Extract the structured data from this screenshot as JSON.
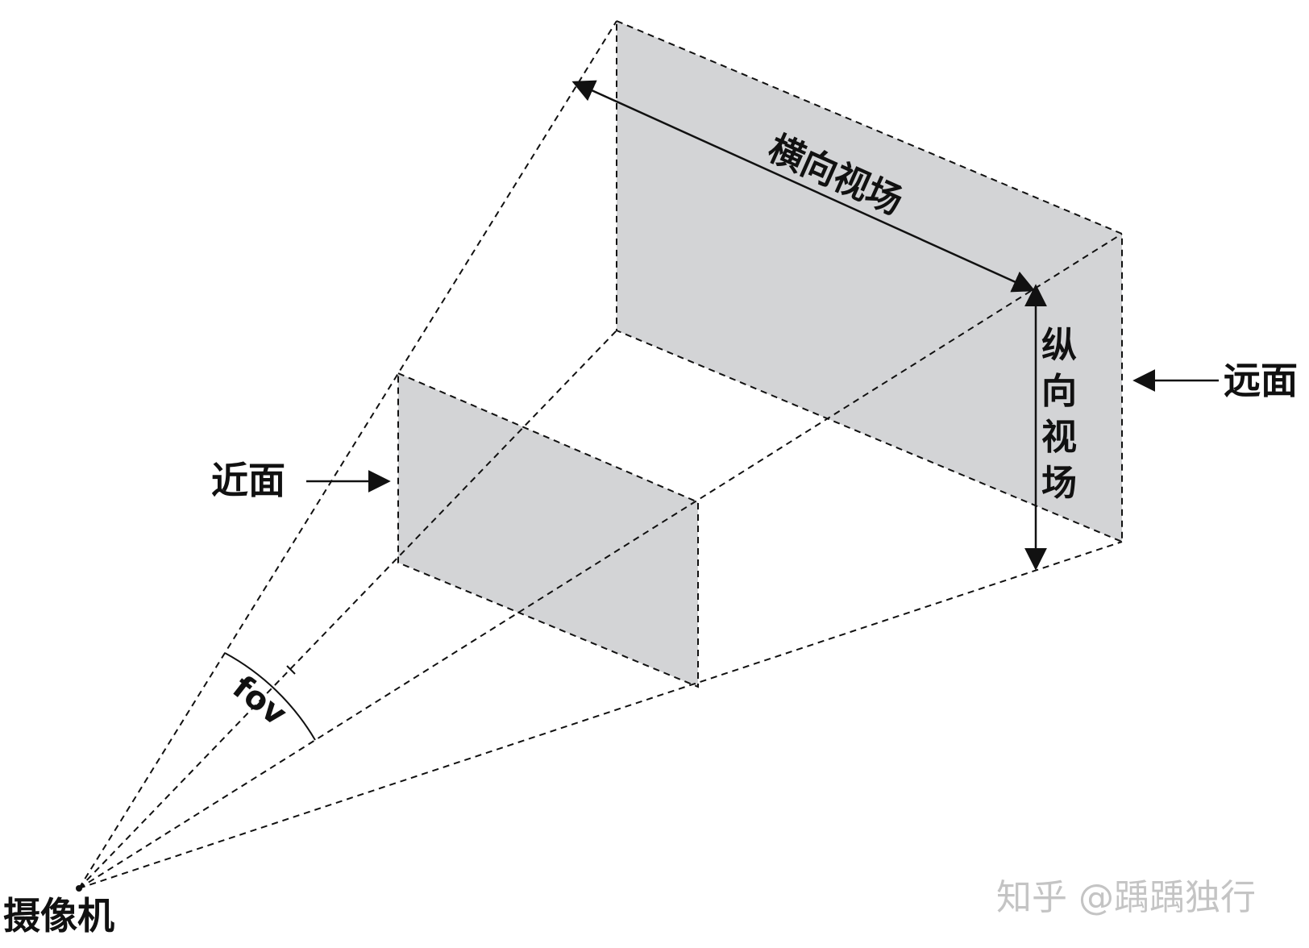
{
  "labels": {
    "horizontal_fov": "横向视场",
    "vertical_fov_chars": [
      "纵",
      "向",
      "视",
      "场"
    ],
    "far_plane": "远面",
    "near_plane": "近面",
    "fov": "fov",
    "camera": "摄像机"
  },
  "watermark": "知乎 @踽踽独行",
  "colors": {
    "plane_fill": "#d3d4d6",
    "line": "#111111",
    "watermark": "#c4c4c4"
  }
}
